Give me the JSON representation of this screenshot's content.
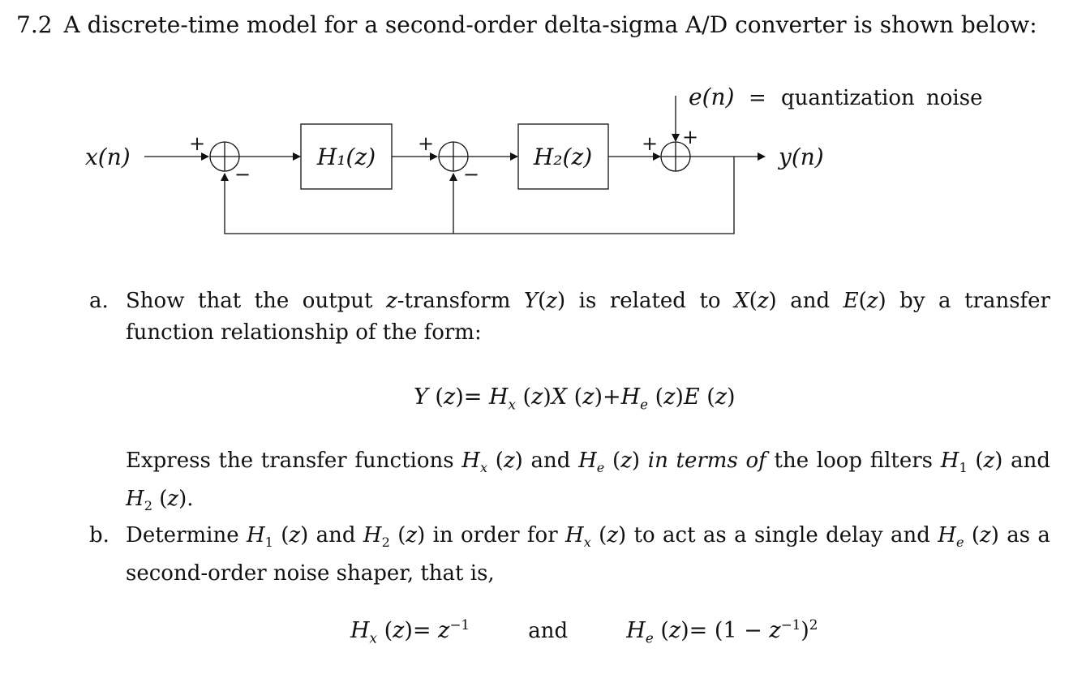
{
  "problem": {
    "number": "7.2",
    "statement": "A discrete-time model for a second-order delta-sigma A/D converter is shown below:"
  },
  "diagram": {
    "input_label": "x(n)",
    "output_label": "y(n)",
    "block1_label": "H₁(z)",
    "block2_label": "H₂(z)",
    "noise_label": "e(n)",
    "noise_equals": "=",
    "noise_description": "quantization noise",
    "plus_sign": "+",
    "minus_sign": "−"
  },
  "part_a": {
    "label": "a.",
    "text_1": "Show that the output",
    "text_2": "-transform",
    "text_3": "is related to",
    "text_4": "and",
    "text_5": "by a transfer function relationship of the form:",
    "equation": "Y(z) = Hₓ(z)X(z) + Hₑ(z)E(z)",
    "express_1": "Express the transfer functions",
    "express_2": "and",
    "express_3": "in terms of",
    "express_4": "the loop filters",
    "express_5": "and"
  },
  "part_b": {
    "label": "b.",
    "text_1": "Determine",
    "text_2": "and",
    "text_3": "in order for",
    "text_4": "to act as a single delay and",
    "text_5": "as a second-order noise shaper, that is,",
    "eq_left": "Hₓ(z) = z⁻¹",
    "eq_and": "and",
    "eq_right": "Hₑ(z) = (1 − z⁻¹)²"
  }
}
